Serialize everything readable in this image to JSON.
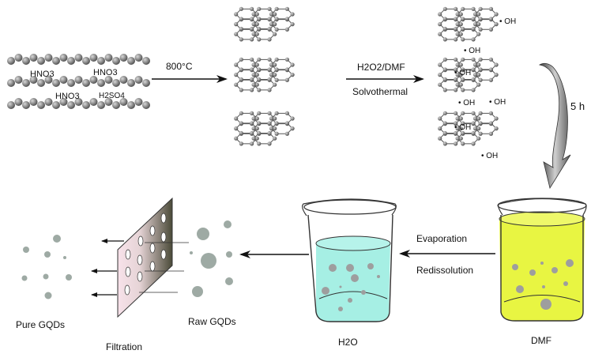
{
  "diagram": {
    "title": "Synthesis of graphene quantum dots (GQDs)",
    "steps": {
      "intercalation": {
        "reagents": [
          "HNO3",
          "HNO3",
          "HNO3",
          "H2SO4"
        ]
      },
      "thermal": {
        "label": "800°C"
      },
      "solvothermal": {
        "reagent": "H2O2/DMF",
        "label": "Solvothermal"
      },
      "hydroxyl_groups": [
        "• OH",
        "• OH",
        "• OH",
        "• OH",
        "• OH",
        "• OH",
        "• OH"
      ],
      "duration": {
        "label": "5 h"
      },
      "beaker_dmf": {
        "label": "DMF",
        "liquid_color": "#e8f542"
      },
      "evaporation": {
        "label1": "Evaporation",
        "label2": "Redissolution"
      },
      "beaker_water": {
        "label": "H2O",
        "liquid_color": "#a6efe4"
      },
      "raw": {
        "label": "Raw GQDs"
      },
      "filtration": {
        "label": "Filtration"
      },
      "pure": {
        "label": "Pure GQDs"
      }
    }
  }
}
